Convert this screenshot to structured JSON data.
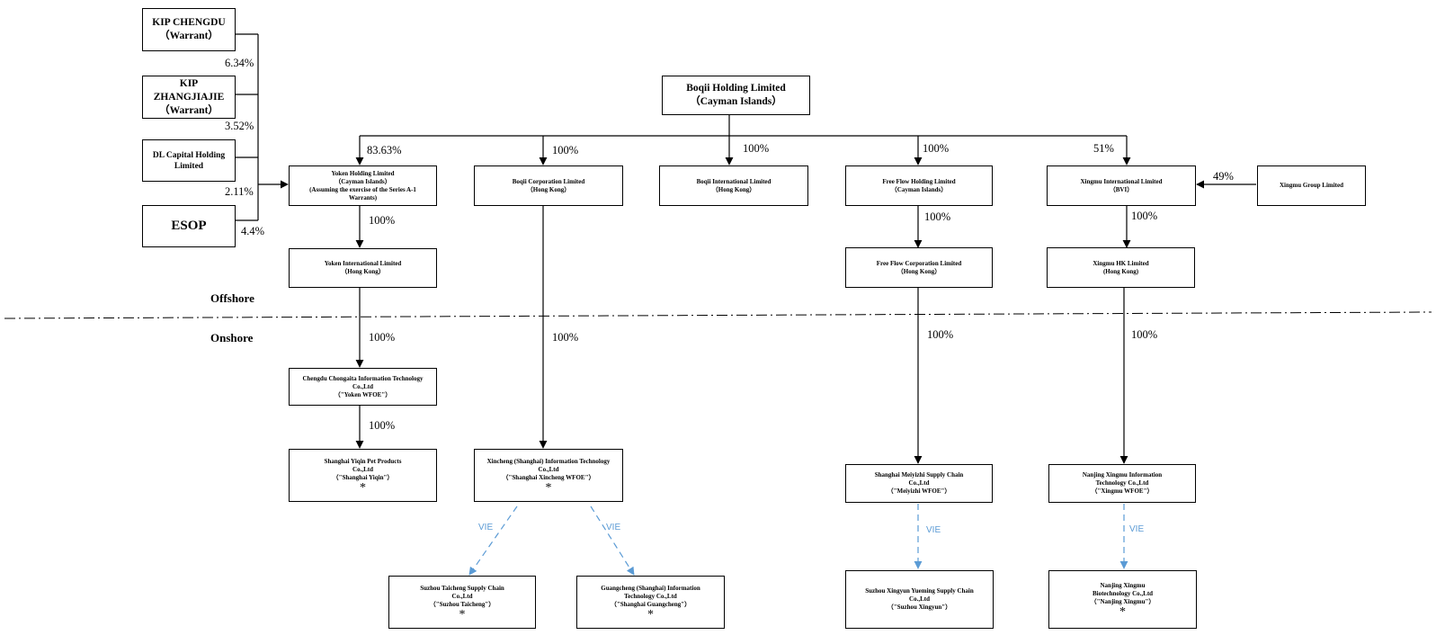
{
  "shareholders": {
    "kip_chengdu": {
      "line1": "KIP CHENGDU",
      "line2": "（Warrant）",
      "pct": "6.34%"
    },
    "kip_zhangjiajie": {
      "line1": "KIP",
      "line2": "ZHANGJIAJIE",
      "line3": "（Warrant）",
      "pct": "3.52%"
    },
    "dl_capital": {
      "line1": "DL Capital Holding",
      "line2": "Limited",
      "pct": "2.11%"
    },
    "esop": {
      "label": "ESOP",
      "pct": "4.4%"
    }
  },
  "parent": {
    "name": "Boqii Holding Limited",
    "jurisdiction": "（Cayman Islands）"
  },
  "subsidiaries": {
    "yoken_holding": {
      "l1": "Yoken Holding Limited",
      "l2": "（Cayman Islands）",
      "l3": "(Assuming the exercise of the Series A-1",
      "l4": "Warrants)",
      "pct": "83.63%"
    },
    "boqii_corp": {
      "l1": "Boqii Corporation Limited",
      "l2": "（Hong Kong）",
      "pct": "100%"
    },
    "boqii_intl": {
      "l1": "Boqii International Limited",
      "l2": "（Hong Kong）",
      "pct": "100%"
    },
    "free_flow_holding": {
      "l1": "Free Flow Holding Limited",
      "l2": "（Cayman Islands）",
      "pct": "100%"
    },
    "xingmu_intl": {
      "l1": "Xingmu International Limited",
      "l2": "（BVI）",
      "pct": "51%"
    },
    "xingmu_group": {
      "l1": "Xingmu Group Limited",
      "pct": "49%"
    },
    "yoken_intl": {
      "l1": "Yoken International Limited",
      "l2": "（Hong Kong）",
      "pct": "100%"
    },
    "free_flow_corp": {
      "l1": "Free Flow Corporation Limited",
      "l2": "（Hong Kong）",
      "pct": "100%"
    },
    "xingmu_hk": {
      "l1": "Xingmu HK Limited",
      "l2": "(Hong Kong)",
      "pct": "100%"
    }
  },
  "regions": {
    "offshore": "Offshore",
    "onshore": "Onshore"
  },
  "onshore": {
    "chengdu_chongaita": {
      "l1": "Chengdu Chongaita Information Technology",
      "l2": "Co.,Ltd",
      "l3": "（\"Yoken WFOE\"）",
      "pct": "100%"
    },
    "shanghai_yiqin": {
      "l1": "Shanghai Yiqin Pet Products",
      "l2": "Co.,Ltd",
      "l3": "（\"Shanghai Yiqin\"）",
      "star": "*",
      "pct": "100%"
    },
    "xincheng": {
      "l1": "Xincheng (Shanghai) Information Technology",
      "l2": "Co.,Ltd",
      "l3": "（\"Shanghai Xincheng WFOE\"）",
      "star": "*",
      "pct": "100%"
    },
    "meiyizhi": {
      "l1": "Shanghai Meiyizhi Supply Chain",
      "l2": "Co.,Ltd",
      "l3": "（\"Meiyizhi WFOE\"）",
      "pct": "100%"
    },
    "nanjing_xingmu_info": {
      "l1": "Nanjing Xingmu Information",
      "l2": "Technology Co.,Ltd",
      "l3": "（\"Xingmu WFOE\"）",
      "pct": "100%"
    }
  },
  "vie": {
    "label": "VIE",
    "suzhou_taicheng": {
      "l1": "Suzhou Taicheng Supply Chain",
      "l2": "Co.,Ltd",
      "l3": "（\"Suzhou Taicheng\"）",
      "star": "*"
    },
    "guangcheng": {
      "l1": "Guangcheng (Shanghai) Information",
      "l2": "Technology Co.,Ltd",
      "l3": "（\"Shanghai Guangcheng\"）",
      "star": "*"
    },
    "suzhou_xingyun": {
      "l1": "Suzhou Xingyun Yueming Supply Chain",
      "l2": "Co.,Ltd",
      "l3": "（\"Suzhou Xingyun\"）"
    },
    "nanjing_xingmu_bio": {
      "l1": "Nanjing Xingmu",
      "l2": "Biotechnology Co.,Ltd",
      "l3": "（\"Nanjing Xingmu\"）",
      "star": "*"
    }
  },
  "colors": {
    "line": "#000000",
    "vie": "#5b9bd5"
  }
}
